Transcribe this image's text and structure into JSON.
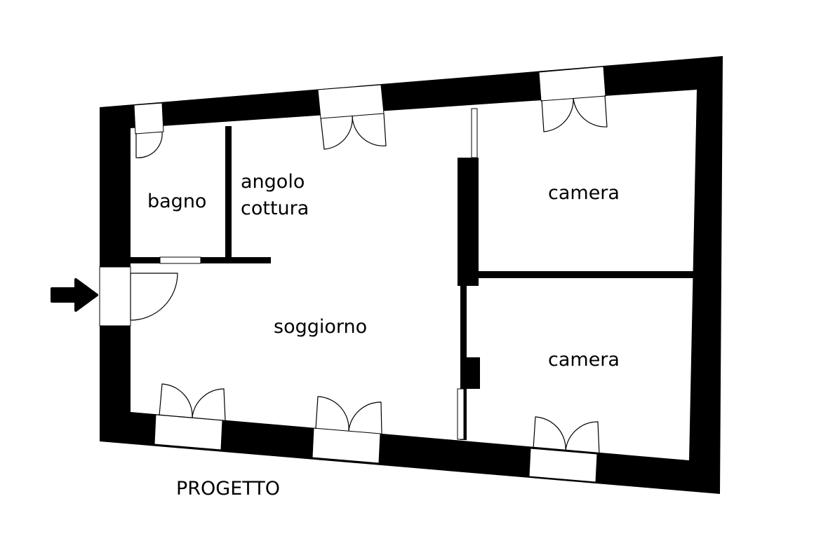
{
  "rooms": {
    "bagno": "bagno",
    "angolo_cottura_line1": "angolo",
    "angolo_cottura_line2": "cottura",
    "soggiorno": "soggiorno",
    "camera_top": "camera",
    "camera_bottom": "camera"
  },
  "caption": "PROGETTO",
  "icons": {
    "entrance": "arrow-right-icon"
  },
  "colors": {
    "wall": "#000000",
    "background": "#ffffff"
  }
}
